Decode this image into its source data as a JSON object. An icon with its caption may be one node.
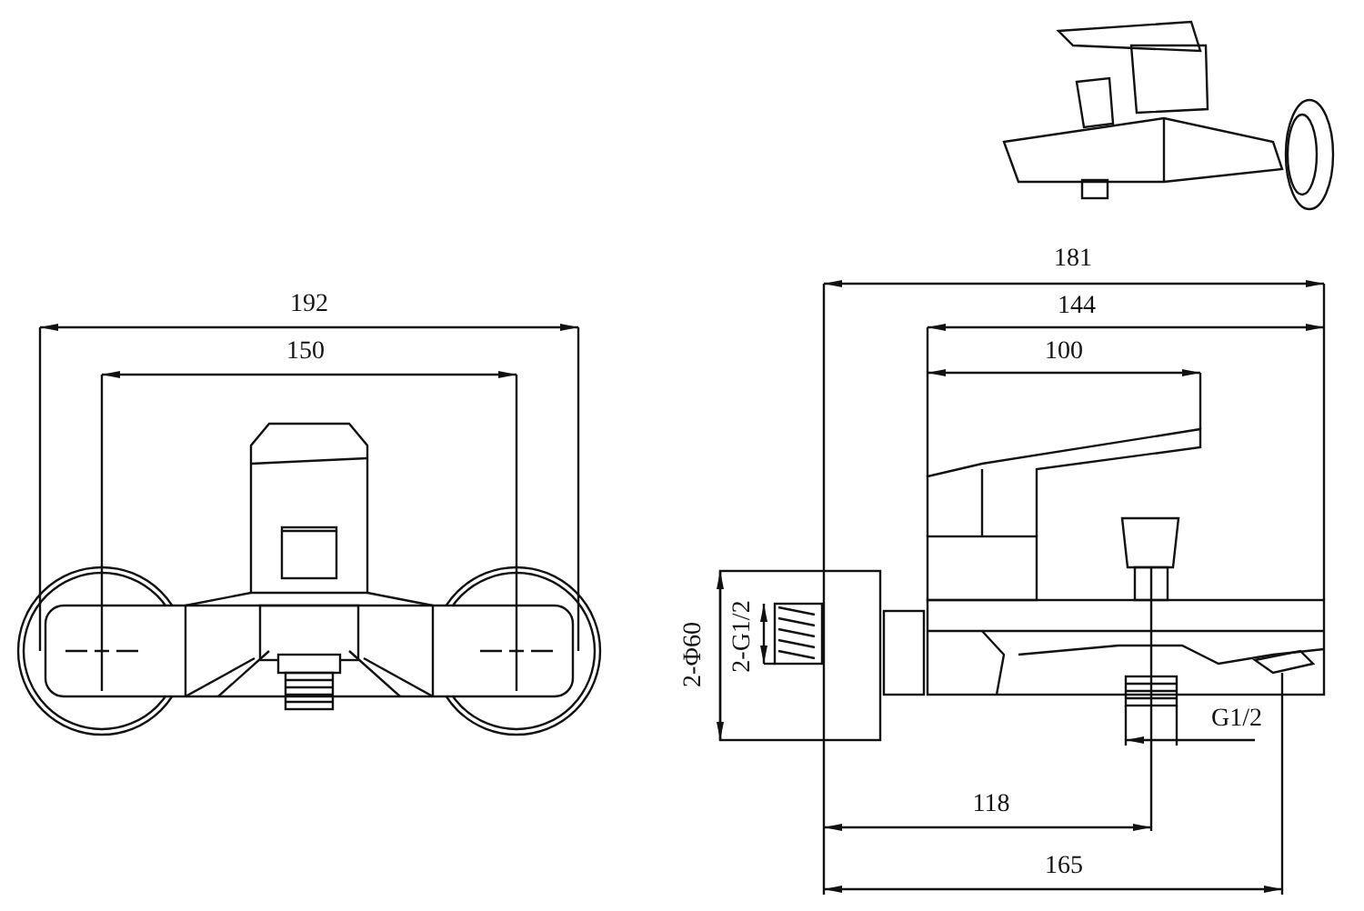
{
  "diagram": {
    "labels": [
      "181",
      "192",
      "144",
      "150",
      "100",
      "2-Φ60",
      "2-G1/2",
      "G1/2",
      "118",
      "165"
    ]
  }
}
